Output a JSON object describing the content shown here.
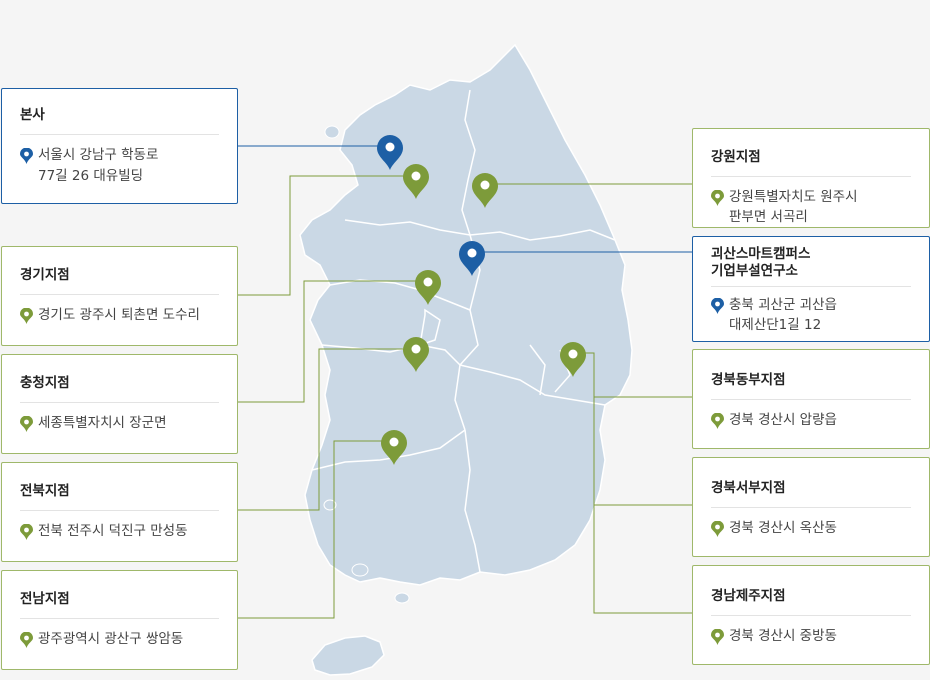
{
  "colors": {
    "background": "#f5f5f5",
    "map_fill": "#cad8e5",
    "map_border": "#ffffff",
    "green_accent": "#7d9b3a",
    "blue_accent": "#1d5fa5"
  },
  "offices": [
    {
      "id": "hq",
      "name": "본사",
      "address": "서울시 강남구 학동로\n77길 26 대유빌딩",
      "color": "blue"
    },
    {
      "id": "gyeonggi",
      "name": "경기지점",
      "address": "경기도 광주시 퇴촌면 도수리",
      "color": "green"
    },
    {
      "id": "chungcheong",
      "name": "충청지점",
      "address": "세종특별자치시 장군면",
      "color": "green"
    },
    {
      "id": "jeonbuk",
      "name": "전북지점",
      "address": "전북 전주시 덕진구 만성동",
      "color": "green"
    },
    {
      "id": "jeonnam",
      "name": "전남지점",
      "address": "광주광역시 광산구 쌍암동",
      "color": "green"
    },
    {
      "id": "gangwon",
      "name": "강원지점",
      "address": "강원특별자치도 원주시\n판부면 서곡리",
      "color": "green"
    },
    {
      "id": "goesan",
      "name": "괴산스마트캠퍼스\n기업부설연구소",
      "address": "충북 괴산군 괴산읍\n대제산단1길 12",
      "color": "blue"
    },
    {
      "id": "gyeongbuk_east",
      "name": "경북동부지점",
      "address": "경북 경산시 압량읍",
      "color": "green"
    },
    {
      "id": "gyeongbuk_west",
      "name": "경북서부지점",
      "address": "경북 경산시 옥산동",
      "color": "green"
    },
    {
      "id": "gyeongnam_jeju",
      "name": "경남제주지점",
      "address": "경북 경산시 중방동",
      "color": "green"
    }
  ]
}
